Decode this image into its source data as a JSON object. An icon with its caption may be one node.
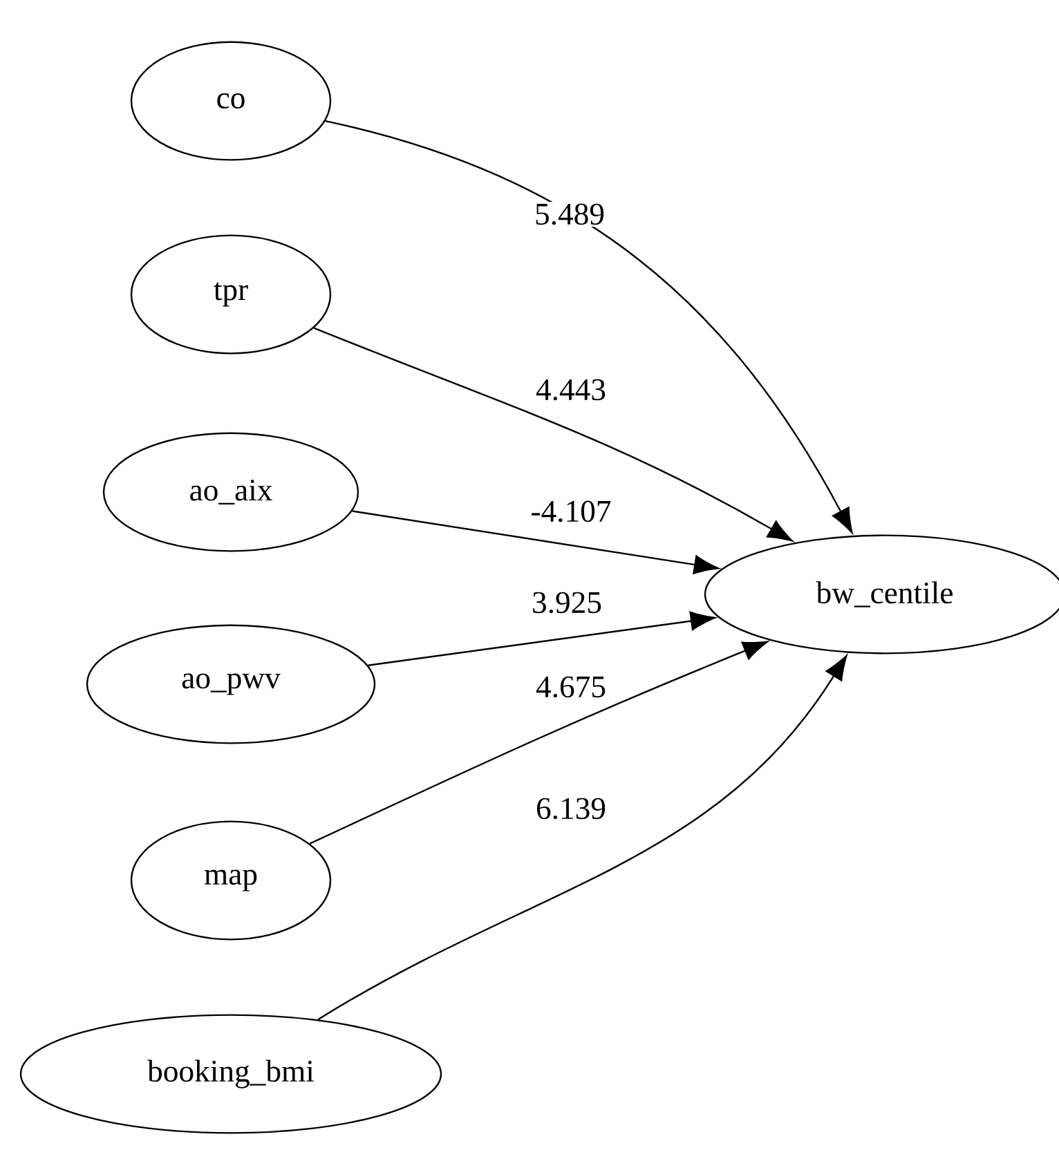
{
  "diagram": {
    "nodes": [
      {
        "text": [
          "co"
        ]
      },
      {
        "text": [
          "tpr"
        ]
      },
      {
        "text": [
          "ao_aix"
        ]
      },
      {
        "text": [
          "ao_pwv"
        ]
      },
      {
        "text": [
          "map"
        ]
      },
      {
        "text": [
          "booking_bmi"
        ]
      },
      {
        "text": [
          "bw_centile"
        ]
      }
    ],
    "edges": [
      {
        "from": 0,
        "to": 6,
        "arrow": "to",
        "label": "5.489"
      },
      {
        "from": 1,
        "to": 6,
        "arrow": "to",
        "label": "4.443"
      },
      {
        "from": 2,
        "to": 6,
        "arrow": "to",
        "label": "-4.107"
      },
      {
        "from": 3,
        "to": 6,
        "arrow": "to",
        "label": "3.925"
      },
      {
        "from": 4,
        "to": 6,
        "arrow": "to",
        "label": "4.675"
      },
      {
        "from": 5,
        "to": 6,
        "arrow": "to",
        "label": "6.139"
      }
    ]
  }
}
